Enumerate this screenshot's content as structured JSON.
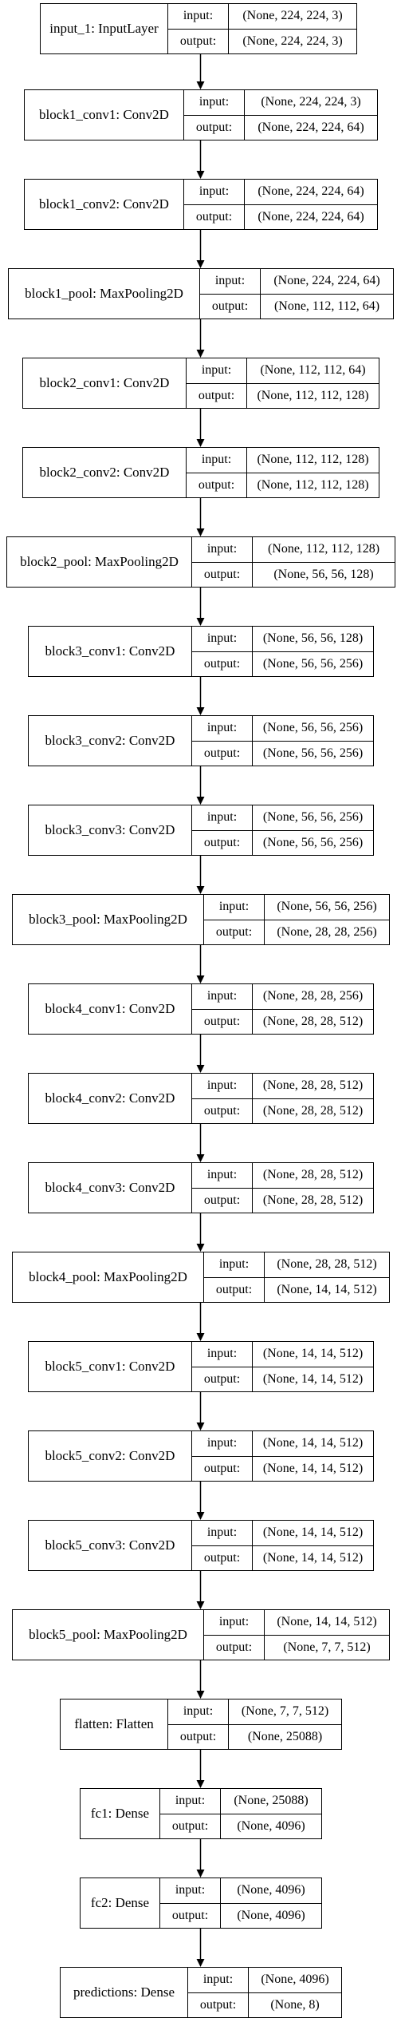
{
  "layers": [
    {
      "name": "input_1: InputLayer",
      "input_label": "input:",
      "input": "(None, 224, 224, 3)",
      "output_label": "output:",
      "output": "(None, 224, 224, 3)"
    },
    {
      "name": "block1_conv1: Conv2D",
      "input_label": "input:",
      "input": "(None, 224, 224, 3)",
      "output_label": "output:",
      "output": "(None, 224, 224, 64)"
    },
    {
      "name": "block1_conv2: Conv2D",
      "input_label": "input:",
      "input": "(None, 224, 224, 64)",
      "output_label": "output:",
      "output": "(None, 224, 224, 64)"
    },
    {
      "name": "block1_pool: MaxPooling2D",
      "input_label": "input:",
      "input": "(None, 224, 224, 64)",
      "output_label": "output:",
      "output": "(None, 112, 112, 64)"
    },
    {
      "name": "block2_conv1: Conv2D",
      "input_label": "input:",
      "input": "(None, 112, 112, 64)",
      "output_label": "output:",
      "output": "(None, 112, 112, 128)"
    },
    {
      "name": "block2_conv2: Conv2D",
      "input_label": "input:",
      "input": "(None, 112, 112, 128)",
      "output_label": "output:",
      "output": "(None, 112, 112, 128)"
    },
    {
      "name": "block2_pool: MaxPooling2D",
      "input_label": "input:",
      "input": "(None, 112, 112, 128)",
      "output_label": "output:",
      "output": "(None, 56, 56, 128)"
    },
    {
      "name": "block3_conv1: Conv2D",
      "input_label": "input:",
      "input": "(None, 56, 56, 128)",
      "output_label": "output:",
      "output": "(None, 56, 56, 256)"
    },
    {
      "name": "block3_conv2: Conv2D",
      "input_label": "input:",
      "input": "(None, 56, 56, 256)",
      "output_label": "output:",
      "output": "(None, 56, 56, 256)"
    },
    {
      "name": "block3_conv3: Conv2D",
      "input_label": "input:",
      "input": "(None, 56, 56, 256)",
      "output_label": "output:",
      "output": "(None, 56, 56, 256)"
    },
    {
      "name": "block3_pool: MaxPooling2D",
      "input_label": "input:",
      "input": "(None, 56, 56, 256)",
      "output_label": "output:",
      "output": "(None, 28, 28, 256)"
    },
    {
      "name": "block4_conv1: Conv2D",
      "input_label": "input:",
      "input": "(None, 28, 28, 256)",
      "output_label": "output:",
      "output": "(None, 28, 28, 512)"
    },
    {
      "name": "block4_conv2: Conv2D",
      "input_label": "input:",
      "input": "(None, 28, 28, 512)",
      "output_label": "output:",
      "output": "(None, 28, 28, 512)"
    },
    {
      "name": "block4_conv3: Conv2D",
      "input_label": "input:",
      "input": "(None, 28, 28, 512)",
      "output_label": "output:",
      "output": "(None, 28, 28, 512)"
    },
    {
      "name": "block4_pool: MaxPooling2D",
      "input_label": "input:",
      "input": "(None, 28, 28, 512)",
      "output_label": "output:",
      "output": "(None, 14, 14, 512)"
    },
    {
      "name": "block5_conv1: Conv2D",
      "input_label": "input:",
      "input": "(None, 14, 14, 512)",
      "output_label": "output:",
      "output": "(None, 14, 14, 512)"
    },
    {
      "name": "block5_conv2: Conv2D",
      "input_label": "input:",
      "input": "(None, 14, 14, 512)",
      "output_label": "output:",
      "output": "(None, 14, 14, 512)"
    },
    {
      "name": "block5_conv3: Conv2D",
      "input_label": "input:",
      "input": "(None, 14, 14, 512)",
      "output_label": "output:",
      "output": "(None, 14, 14, 512)"
    },
    {
      "name": "block5_pool: MaxPooling2D",
      "input_label": "input:",
      "input": "(None, 14, 14, 512)",
      "output_label": "output:",
      "output": "(None, 7, 7, 512)"
    },
    {
      "name": "flatten: Flatten",
      "input_label": "input:",
      "input": "(None, 7, 7, 512)",
      "output_label": "output:",
      "output": "(None, 25088)"
    },
    {
      "name": "fc1: Dense",
      "input_label": "input:",
      "input": "(None, 25088)",
      "output_label": "output:",
      "output": "(None, 4096)"
    },
    {
      "name": "fc2: Dense",
      "input_label": "input:",
      "input": "(None, 4096)",
      "output_label": "output:",
      "output": "(None, 4096)"
    },
    {
      "name": "predictions: Dense",
      "input_label": "input:",
      "input": "(None, 4096)",
      "output_label": "output:",
      "output": "(None, 8)"
    }
  ]
}
